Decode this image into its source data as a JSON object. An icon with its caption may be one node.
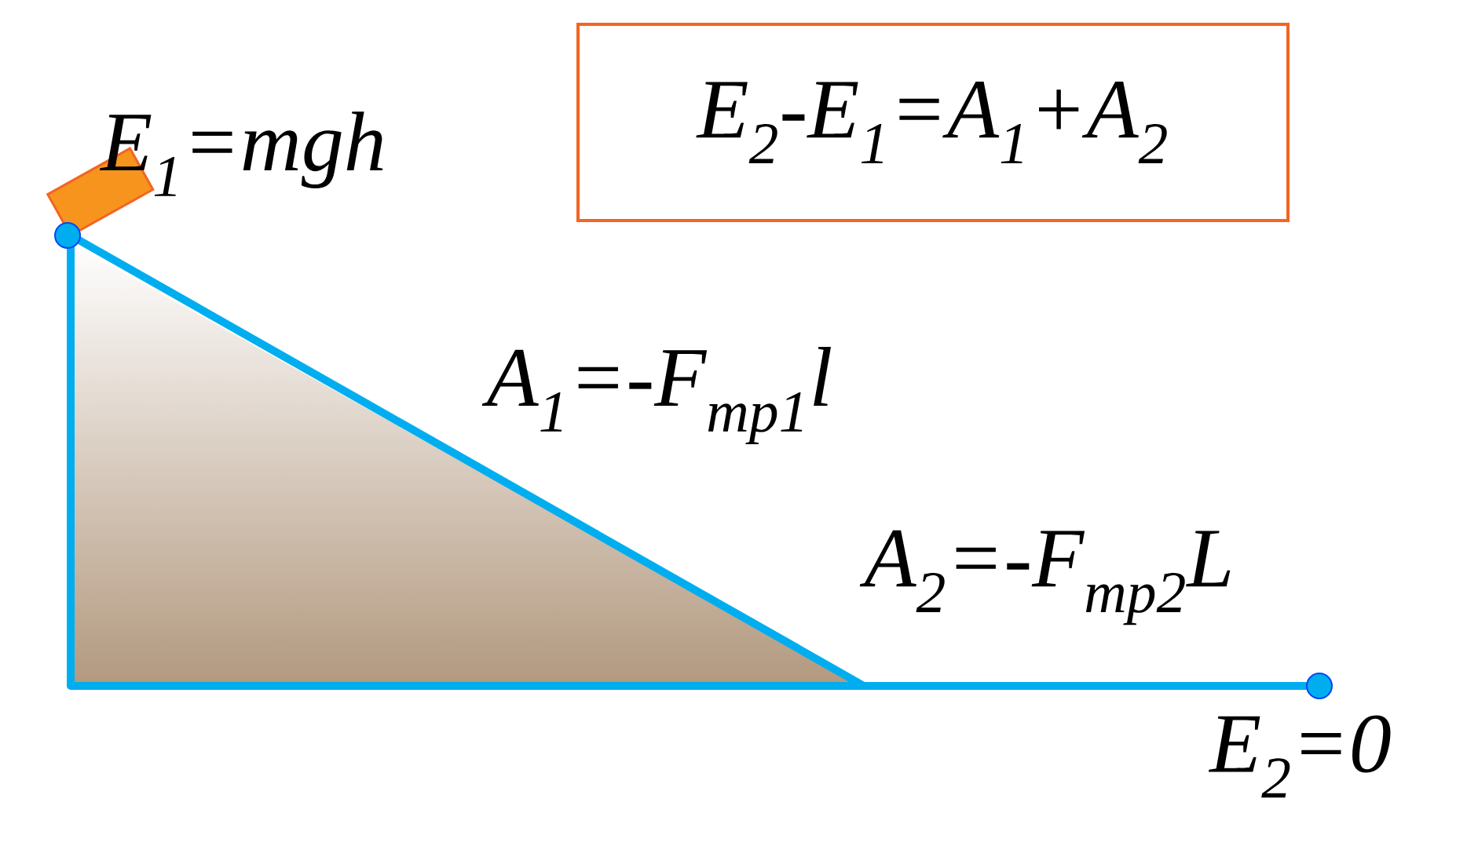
{
  "diagram": {
    "nodes": [
      {
        "text": [
          "E$_{2}$-E$_{1}$=A$_{1}$+A$_{2}$"
        ]
      }
    ],
    "labels": [
      "E$_{1}$=mgh",
      "A$_{1}$=-F$_{mp1}$l",
      "A$_{2}$=-F$_{mp2}$L",
      "E$_{2}$=0"
    ]
  }
}
